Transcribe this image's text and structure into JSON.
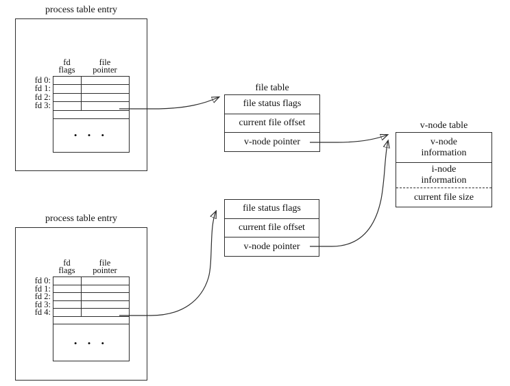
{
  "canvas": {
    "background": "#ffffff",
    "line_color": "#2b2b2b",
    "text_color": "#111111"
  },
  "process_table_top": {
    "title": "process table entry",
    "columns": {
      "col1_line1": "fd",
      "col1_line2": "flags",
      "col2_line1": "file",
      "col2_line2": "pointer"
    },
    "fd_labels": [
      "fd 0:",
      "fd 1:",
      "fd 2:",
      "fd 3:"
    ],
    "ellipsis": "• • •"
  },
  "process_table_bottom": {
    "title": "process table entry",
    "columns": {
      "col1_line1": "fd",
      "col1_line2": "flags",
      "col2_line1": "file",
      "col2_line2": "pointer"
    },
    "fd_labels": [
      "fd 0:",
      "fd 1:",
      "fd 2:",
      "fd 3:",
      "fd 4:"
    ],
    "ellipsis": "• • •"
  },
  "file_table_top": {
    "title": "file table",
    "rows": [
      "file status flags",
      "current file offset",
      "v-node pointer"
    ]
  },
  "file_table_bottom": {
    "rows": [
      "file status flags",
      "current file offset",
      "v-node pointer"
    ]
  },
  "vnode_table": {
    "title": "v-node table",
    "row1_line1": "v-node",
    "row1_line2": "information",
    "row2_line1": "i-node",
    "row2_line2": "information",
    "row3": "current file size"
  }
}
